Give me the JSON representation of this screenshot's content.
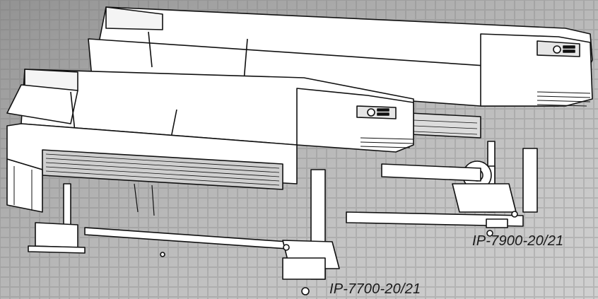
{
  "products": [
    {
      "id": "ip-7900",
      "label": "IP-7900-20/21"
    },
    {
      "id": "ip-7700",
      "label": "IP-7700-20/21"
    }
  ],
  "colors": {
    "background_dark": "#8c8c8c",
    "background_light": "#d9d9d9",
    "printer_body": "#ffffff",
    "line_art": "#111111"
  }
}
